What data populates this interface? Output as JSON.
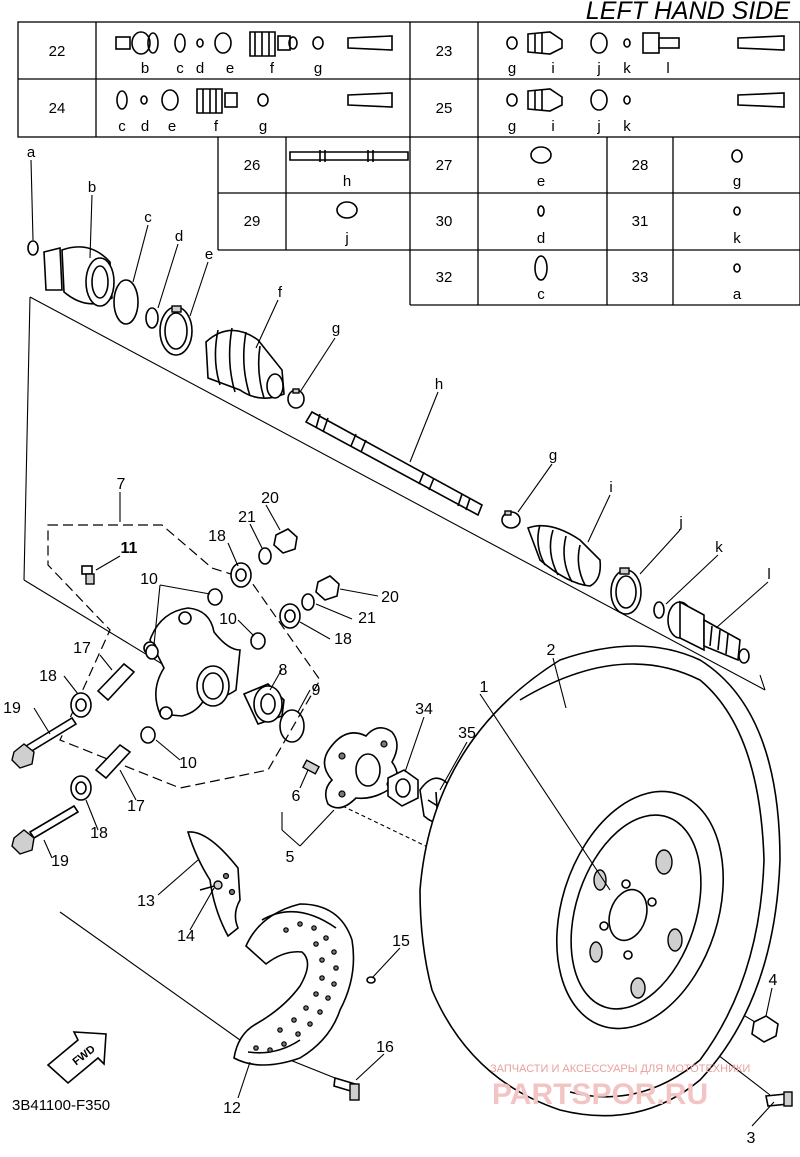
{
  "title": "LEFT HAND SIDE",
  "diagram_code": "3B41100-F350",
  "fwd_label": "FWD",
  "watermark": {
    "line1": "ЗАПЧАСТИ И АКСЕССУАРЫ ДЛЯ МОТОТЕХНИКИ",
    "line2": "PARTSPOR.RU"
  },
  "table": {
    "row22": {
      "num": "22",
      "letters": [
        "b",
        "c",
        "d",
        "e",
        "f",
        "g"
      ]
    },
    "row23": {
      "num": "23",
      "letters": [
        "g",
        "i",
        "j",
        "k",
        "l"
      ]
    },
    "row24": {
      "num": "24",
      "letters": [
        "c",
        "d",
        "e",
        "f",
        "g"
      ]
    },
    "row25": {
      "num": "25",
      "letters": [
        "g",
        "i",
        "j",
        "k"
      ]
    },
    "row26": {
      "num": "26",
      "letter": "h"
    },
    "row27": {
      "num": "27",
      "letter": "e"
    },
    "row28": {
      "num": "28",
      "letter": "g"
    },
    "row29": {
      "num": "29",
      "letter": "j"
    },
    "row30": {
      "num": "30",
      "letter": "d"
    },
    "row31": {
      "num": "31",
      "letter": "k"
    },
    "row32": {
      "num": "32",
      "letter": "c"
    },
    "row33": {
      "num": "33",
      "letter": "a"
    }
  },
  "letters": {
    "a": "a",
    "b": "b",
    "c": "c",
    "d": "d",
    "e": "e",
    "f": "f",
    "g": "g",
    "h": "h",
    "i": "i",
    "j": "j",
    "k": "k",
    "l": "l"
  },
  "numbers": {
    "n1": "1",
    "n2": "2",
    "n3": "3",
    "n4": "4",
    "n5": "5",
    "n6": "6",
    "n7": "7",
    "n8": "8",
    "n9": "9",
    "n10": "10",
    "n11": "11",
    "n12": "12",
    "n13": "13",
    "n14": "14",
    "n15": "15",
    "n16": "16",
    "n17": "17",
    "n18": "18",
    "n19": "19",
    "n20": "20",
    "n21": "21",
    "n34": "34",
    "n35": "35"
  }
}
